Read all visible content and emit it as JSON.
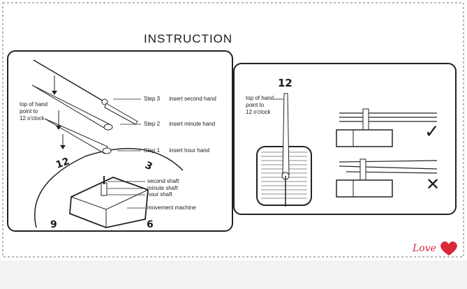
{
  "title": "INSTRUCTION",
  "left_panel": {
    "top_note": "top of hand\npoint to\n12 o'clock",
    "steps": [
      {
        "step": "Step 3",
        "action": "insert second hand"
      },
      {
        "step": "Step 2",
        "action": "insert minute hand"
      },
      {
        "step": "Step 1",
        "action": "insert hour hand"
      }
    ],
    "shafts": [
      "second shaft",
      "minute shaft",
      "hour shaft"
    ],
    "machine_label": "movement  machine",
    "dial_numbers": [
      "12",
      "3",
      "9",
      "6"
    ]
  },
  "right_panel": {
    "dial_number": "12",
    "top_note": "top of hand\npoint to\n12 o'clock",
    "correct_mark": "✓",
    "wrong_mark": "✕"
  },
  "watermark": "Love",
  "colors": {
    "line": "#222222",
    "heart": "#d9283a",
    "border_dash": "#aaaaaa"
  }
}
